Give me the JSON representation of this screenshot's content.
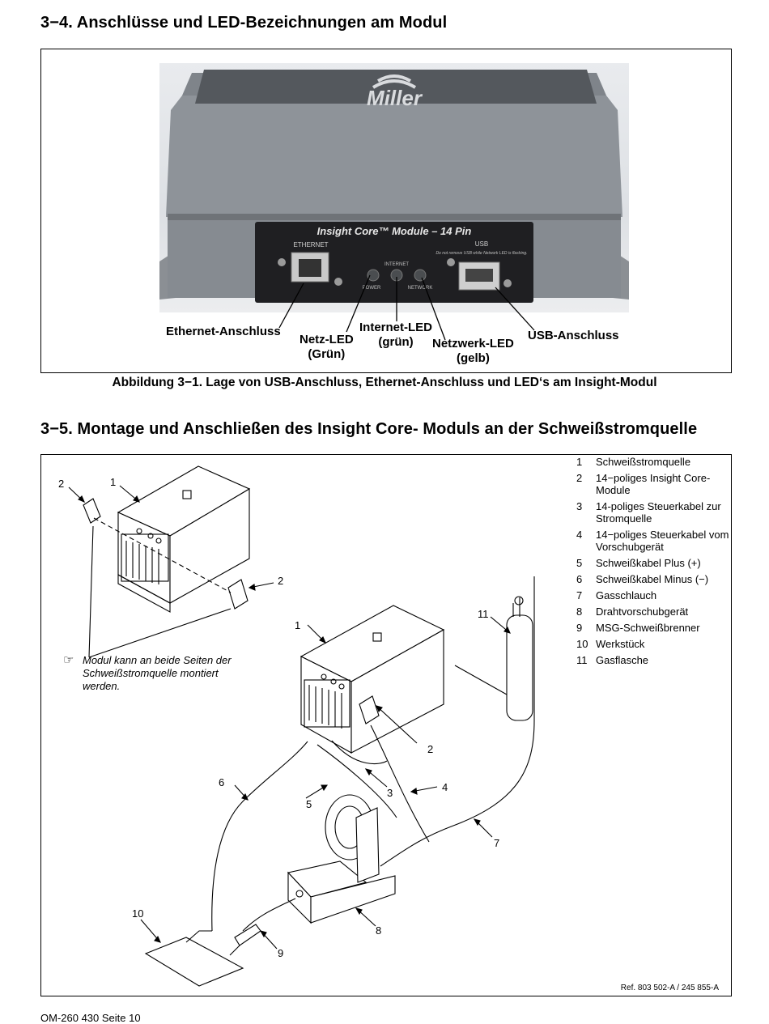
{
  "section1": {
    "title": "3−4.  Anschlüsse und LED-Bezeichnungen am Modul"
  },
  "photo": {
    "brand": "Miller",
    "module_label": "Insight Core™ Module – 14 Pin",
    "panel_ethernet": "ETHERNET",
    "panel_internet": "INTERNET",
    "panel_power": "POWER",
    "panel_network": "NETWORK",
    "panel_usb": "USB",
    "panel_usb_warning": "Do not remove USB while Network LED is flashing."
  },
  "callouts": {
    "ethernet": "Ethernet-Anschluss",
    "netz_led": "Netz-LED",
    "netz_led_color": "(Grün)",
    "internet_led": "Internet-LED",
    "internet_led_color": "(grün)",
    "netzwerk_led": "Netzwerk-LED",
    "netzwerk_led_color": "(gelb)",
    "usb": "USB-Anschluss"
  },
  "figure1_caption": "Abbildung 3−1. Lage von USB-Anschluss, Ethernet-Anschluss und LED‘s am Insight-Modul",
  "section2": {
    "title": "3−5.  Montage und Anschließen des Insight Core- Moduls an der Schweißstromquelle"
  },
  "legend": [
    {
      "num": "1",
      "text": "Schweißstromquelle"
    },
    {
      "num": "2",
      "text": "14−poliges Insight Core-Module"
    },
    {
      "num": "3",
      "text": "14-poliges Steuerkabel zur Stromquelle"
    },
    {
      "num": "4",
      "text": "14−poliges Steuerkabel vom Vorschubgerät"
    },
    {
      "num": "5",
      "text": "Schweißkabel Plus (+)"
    },
    {
      "num": "6",
      "text": "Schweißkabel Minus (−)"
    },
    {
      "num": "7",
      "text": "Gasschlauch"
    },
    {
      "num": "8",
      "text": "Drahtvorschubgerät"
    },
    {
      "num": "9",
      "text": "MSG-Schweißbrenner"
    },
    {
      "num": "10",
      "text": "Werkstück"
    },
    {
      "num": "11",
      "text": "Gasflasche"
    }
  ],
  "note": {
    "icon": "pointing-hand-icon",
    "text": "Modul kann an beide Seiten der Schweißstromquelle montiert werden."
  },
  "diagram_labels": {
    "n1a": "1",
    "n2a": "2",
    "n2b": "2",
    "n1b": "1",
    "n11": "11",
    "n2c": "2",
    "n3": "3",
    "n4": "4",
    "n5": "5",
    "n6": "6",
    "n7": "7",
    "n8": "8",
    "n9": "9",
    "n10": "10"
  },
  "reference": "Ref. 803 502-A / 245 855-A",
  "footer": "OM-260 430 Seite 10"
}
